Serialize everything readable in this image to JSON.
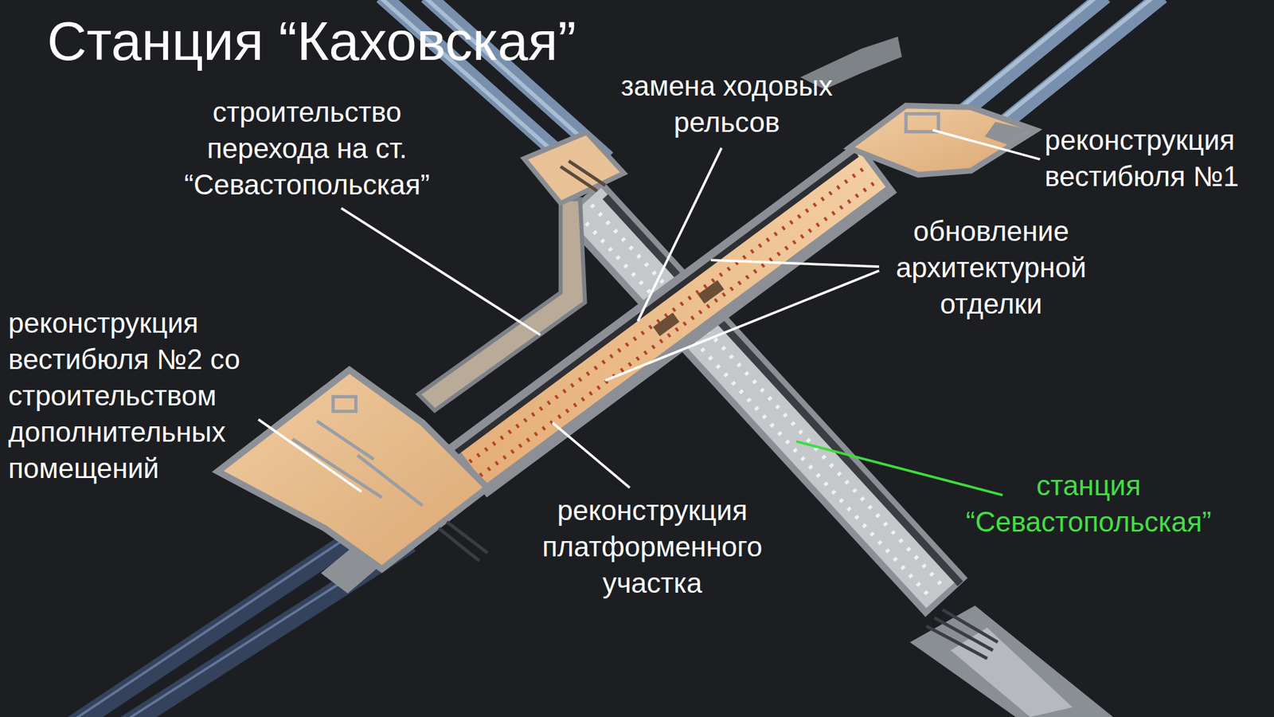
{
  "diagram": {
    "title": "Станция “Каховская”",
    "labels": [
      "замена ходовых рельсов",
      "строительство перехода на ст. “Севастопольская”",
      "реконструкция вестибюля №1",
      "обновление архитектурной отделки",
      "реконструкция вестибюля №2 со строительством дополнительных помещений",
      "станция “Севастопольская”",
      "реконструкция платформенного участка"
    ]
  }
}
